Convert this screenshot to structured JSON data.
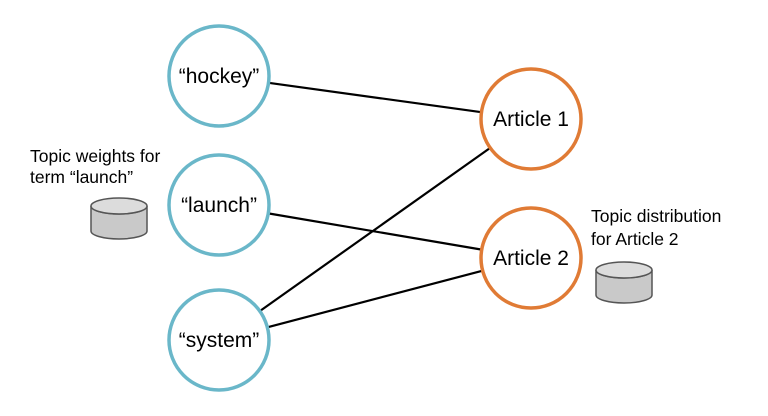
{
  "colors": {
    "term_circle": "#6ab7c9",
    "article_circle": "#e07b35",
    "edge": "#000000",
    "cylinder_fill": "#c9c9c9",
    "cylinder_stroke": "#555555"
  },
  "terms": [
    {
      "id": "hockey",
      "label": "“hockey”"
    },
    {
      "id": "launch",
      "label": "“launch”"
    },
    {
      "id": "system",
      "label": "“system”"
    }
  ],
  "articles": [
    {
      "id": "article-1",
      "label": "Article 1"
    },
    {
      "id": "article-2",
      "label": "Article 2"
    }
  ],
  "edges": [
    {
      "from": "hockey",
      "to": "article-1"
    },
    {
      "from": "launch",
      "to": "article-2"
    },
    {
      "from": "system",
      "to": "article-1"
    },
    {
      "from": "system",
      "to": "article-2"
    }
  ],
  "annotations": {
    "term_weights": {
      "line1": "Topic weights for",
      "line2": "term “launch”",
      "icon": "database-cylinder-icon"
    },
    "topic_distribution": {
      "line1": "Topic distribution",
      "line2": "for Article 2",
      "icon": "database-cylinder-icon"
    }
  }
}
